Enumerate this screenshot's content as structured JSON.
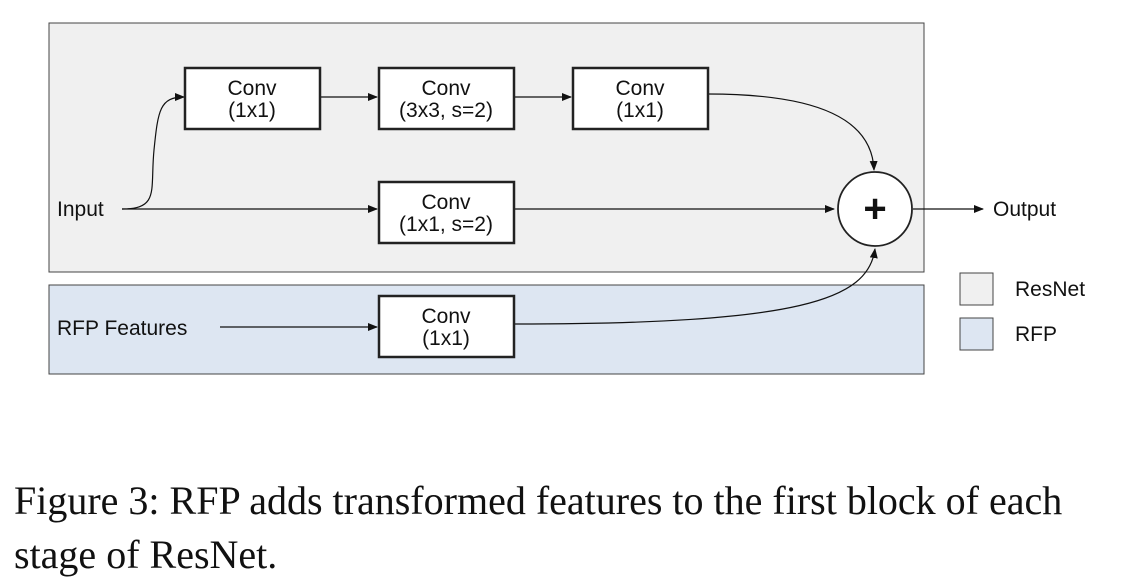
{
  "colors": {
    "resnet_fill": "#f0f0f0",
    "rfp_fill": "#dde6f2",
    "stroke": "#333333",
    "text": "#111111"
  },
  "diagram": {
    "input_label": "Input",
    "rfp_features_label": "RFP Features",
    "output_label": "Output",
    "adder_symbol": "+",
    "boxes": [
      {
        "id": "conv-a",
        "line1": "Conv",
        "line2": "(1x1)"
      },
      {
        "id": "conv-b",
        "line1": "Conv",
        "line2": "(3x3, s=2)"
      },
      {
        "id": "conv-c",
        "line1": "Conv",
        "line2": "(1x1)"
      },
      {
        "id": "conv-shortcut",
        "line1": "Conv",
        "line2": "(1x1, s=2)"
      },
      {
        "id": "conv-rfp",
        "line1": "Conv",
        "line2": "(1x1)"
      }
    ]
  },
  "legend": {
    "items": [
      {
        "label": "ResNet",
        "color": "#f0f0f0"
      },
      {
        "label": "RFP",
        "color": "#dde6f2"
      }
    ]
  },
  "caption": "Figure 3: RFP adds transformed features to the first block of each stage of ResNet."
}
